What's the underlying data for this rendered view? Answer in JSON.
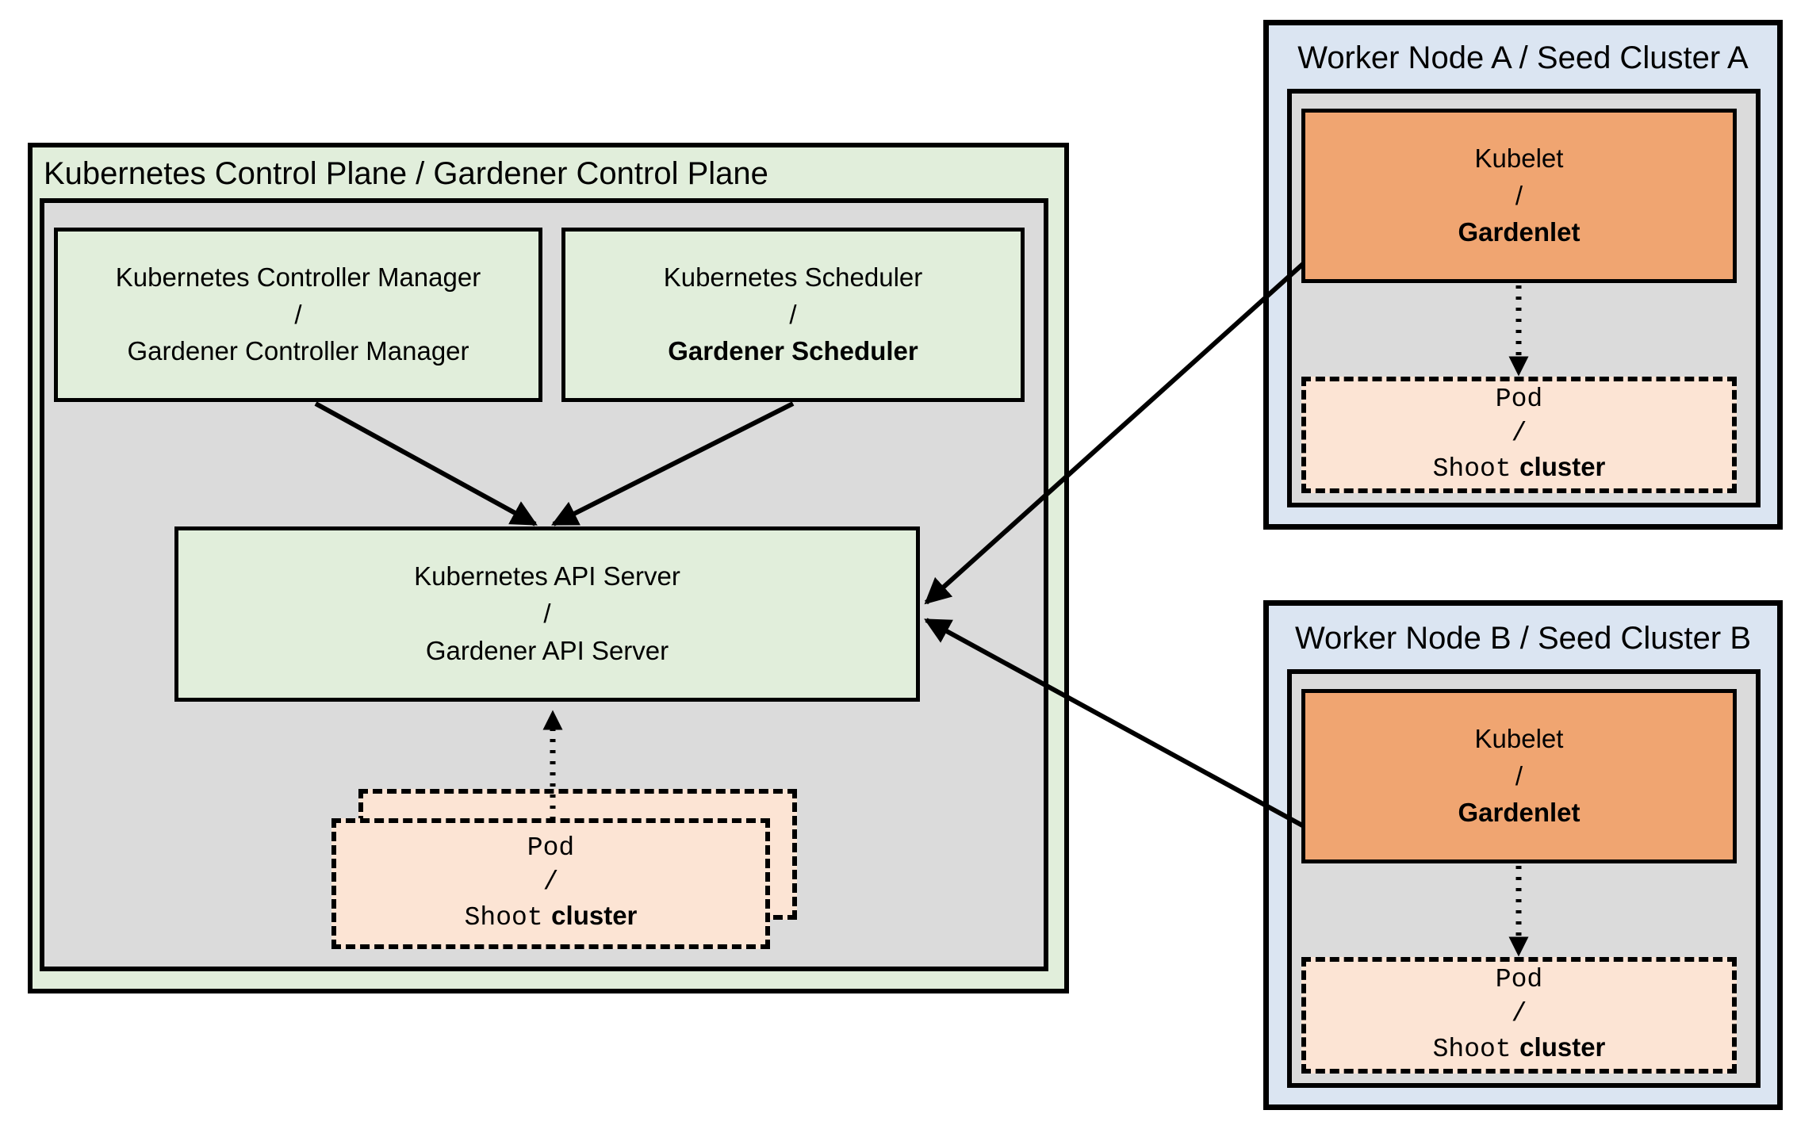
{
  "colors": {
    "control_plane_green": "#e1eedb",
    "box_green": "#e1eedb",
    "panel_gray": "#dbdbdb",
    "kubelet_orange": "#f0a571",
    "pod_peach": "#fce4d4",
    "worker_blue": "#dbe5f2",
    "border_black": "#000000"
  },
  "control_plane": {
    "title": "Kubernetes Control Plane / Gardener Control Plane",
    "controller_manager": {
      "line1": "Kubernetes Controller Manager",
      "separator": "/",
      "line2": "Gardener Controller Manager"
    },
    "scheduler": {
      "line1": "Kubernetes Scheduler",
      "separator": "/",
      "line2": "Gardener Scheduler"
    },
    "api_server": {
      "line1": "Kubernetes API Server",
      "separator": "/",
      "line2": "Gardener API Server"
    },
    "pod_stack": {
      "line1": "Pod",
      "separator": "/",
      "line2_mono": "Shoot",
      "line2_bold": "cluster"
    }
  },
  "worker_node_a": {
    "title": "Worker Node A / Seed Cluster A",
    "kubelet": {
      "line1": "Kubelet",
      "separator": "/",
      "line2": "Gardenlet"
    },
    "pod": {
      "line1": "Pod",
      "separator": "/",
      "line2_mono": "Shoot",
      "line2_bold": "cluster"
    }
  },
  "worker_node_b": {
    "title": "Worker Node B / Seed Cluster B",
    "kubelet": {
      "line1": "Kubelet",
      "separator": "/",
      "line2": "Gardenlet"
    },
    "pod": {
      "line1": "Pod",
      "separator": "/",
      "line2_mono": "Shoot",
      "line2_bold": "cluster"
    }
  }
}
